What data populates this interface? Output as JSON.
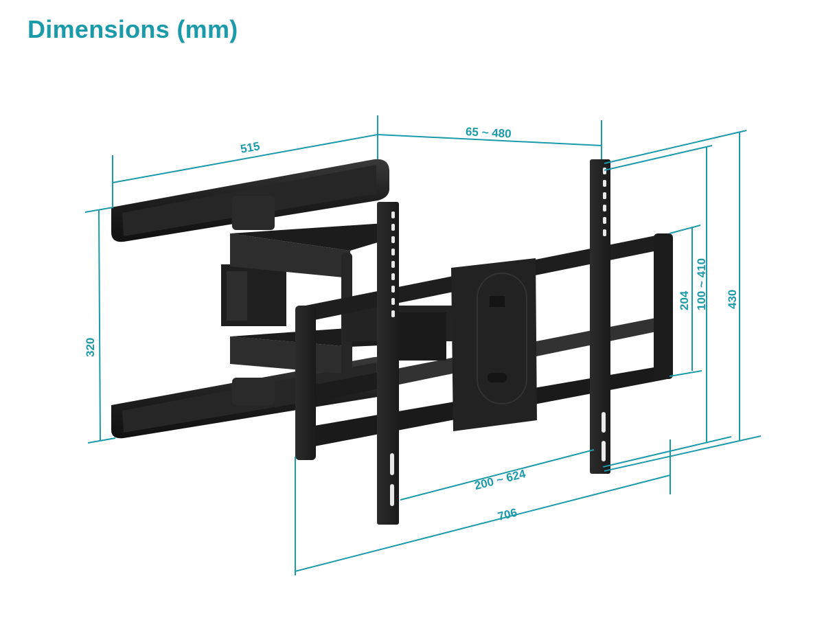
{
  "title": "Dimensions (mm)",
  "colors": {
    "accent": "#1b9aaa",
    "metal_dark": "#1c1c1c",
    "metal_mid": "#2a2a2a",
    "metal_light": "#3a3a3a",
    "background": "#ffffff"
  },
  "dimensions": {
    "wall_plate_width": "515",
    "extension": "65 ~ 480",
    "wall_plate_height": "320",
    "vesa_horizontal": "200 ~ 624",
    "overall_width": "706",
    "frame_height": "204",
    "vesa_vertical": "100 ~ 410",
    "overall_height": "430"
  }
}
